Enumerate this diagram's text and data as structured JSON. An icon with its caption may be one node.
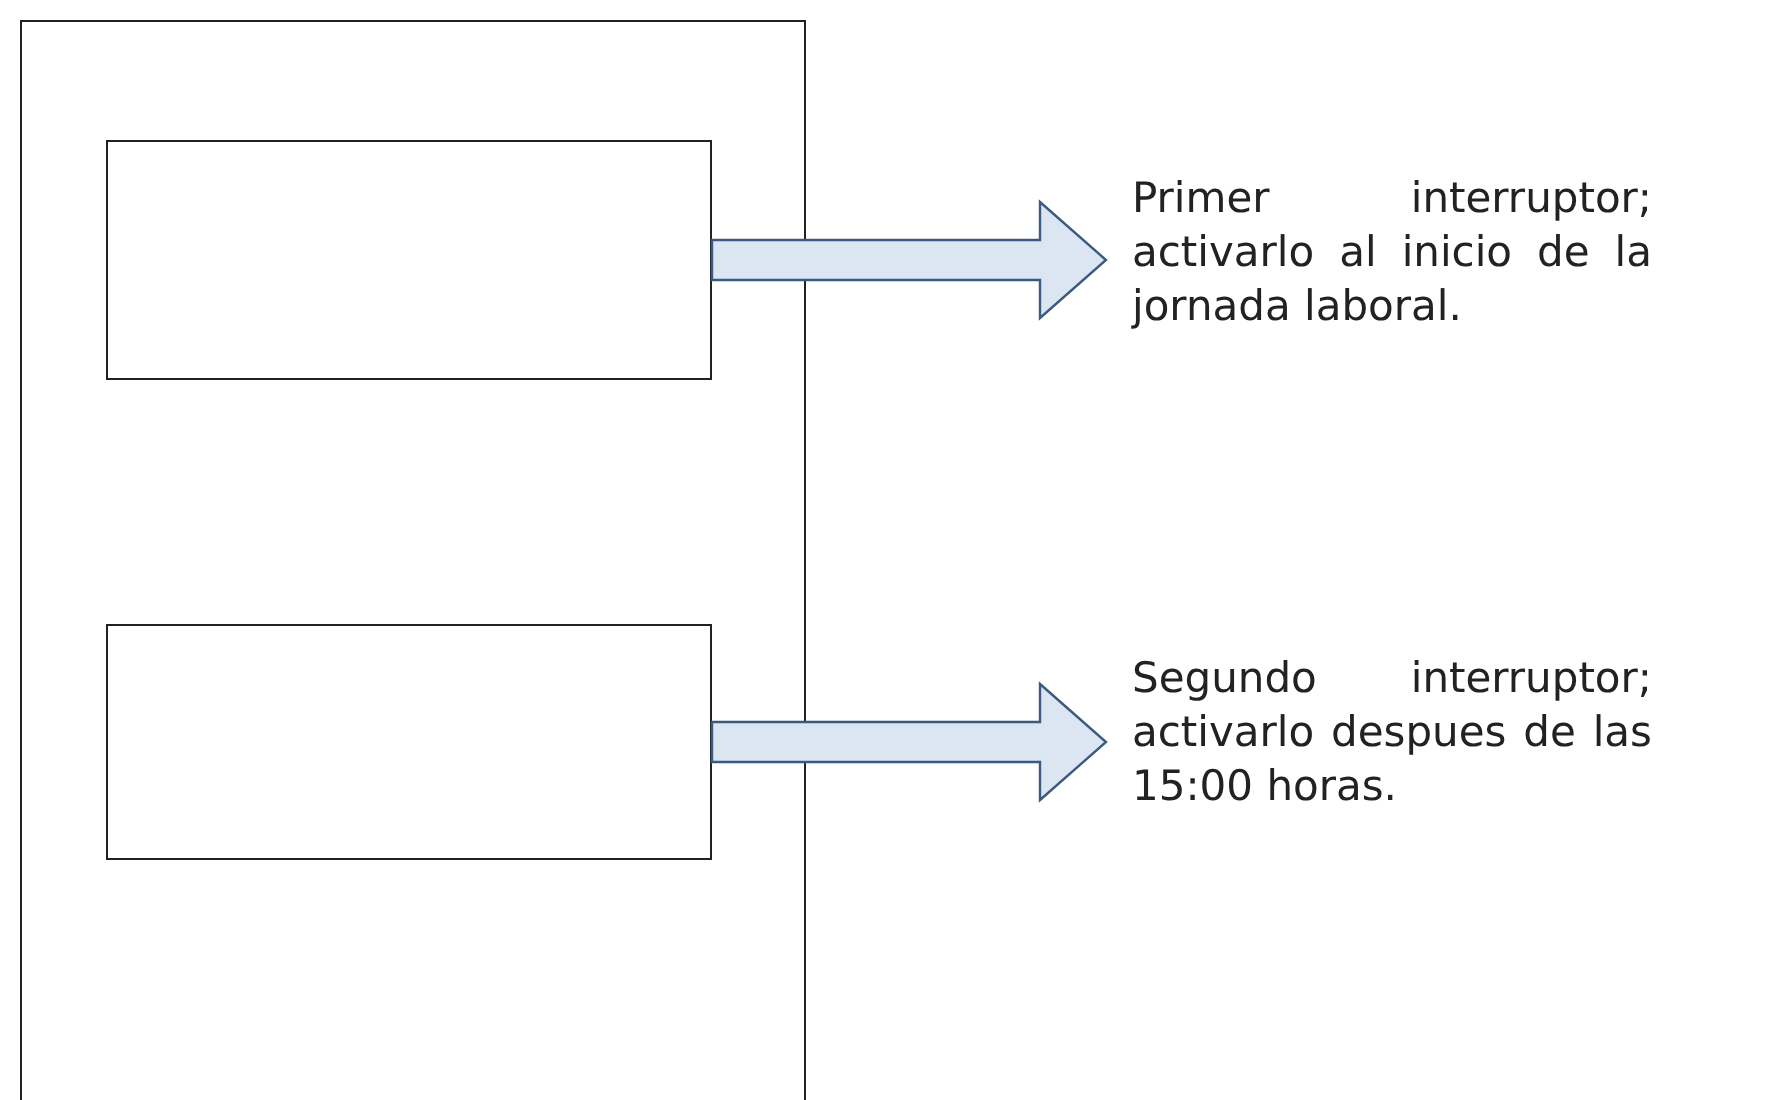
{
  "diagram": {
    "nodes": [
      {
        "text": [],
        "shape": "box"
      },
      {
        "text": [],
        "shape": "box",
        "in": 0
      },
      {
        "text": [],
        "shape": "box",
        "in": 0
      },
      {
        "text": [
          "Primer interruptor; activarlo al inicio de la jornada laboral."
        ]
      },
      {
        "text": [
          "Segundo interruptor; activarlo despues de las 15:00 horas."
        ]
      }
    ],
    "edges": [
      {
        "from": 1,
        "to": 3,
        "arrow": "to",
        "style": "thick"
      },
      {
        "from": 2,
        "to": 4,
        "arrow": "to",
        "style": "thick"
      }
    ]
  }
}
